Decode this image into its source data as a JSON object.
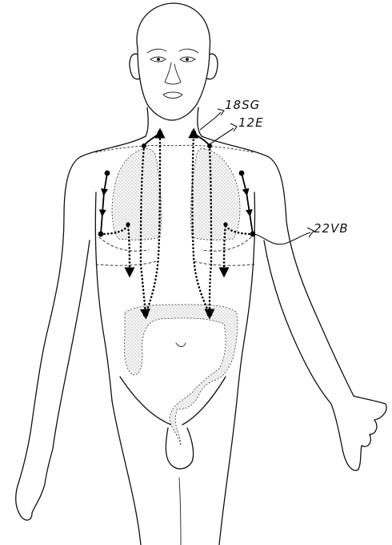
{
  "labels": {
    "top_1": "18SG",
    "top_2": "12E",
    "side": "22VB"
  }
}
